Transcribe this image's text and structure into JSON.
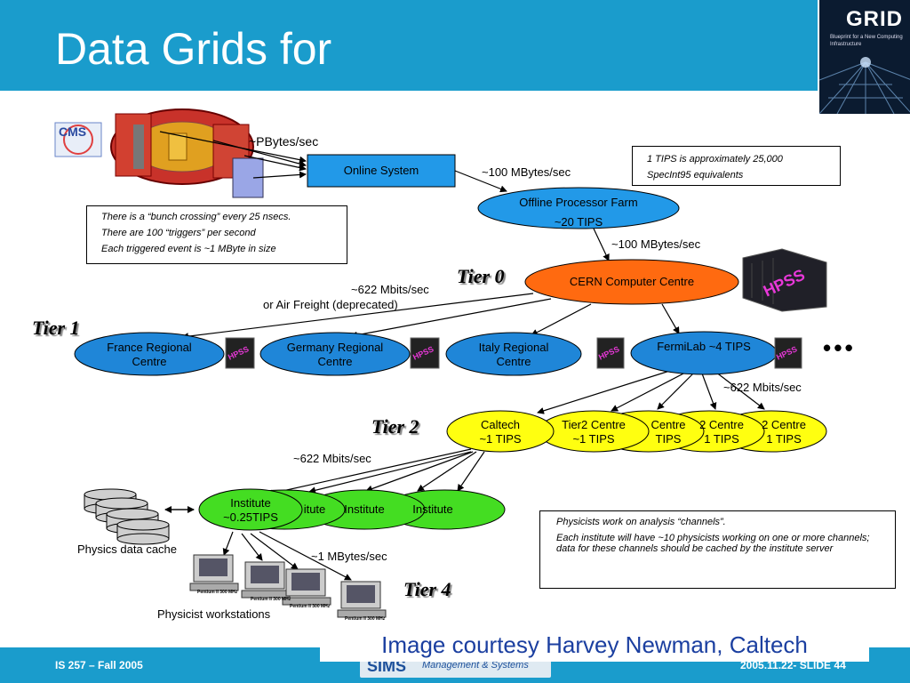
{
  "slide": {
    "title": "Data Grids for",
    "book_title": "GRID",
    "book_subtitle": "Blueprint for a New Computing Infrastructure",
    "courtesy": "Image courtesy Harvey Newman, Caltech",
    "footer_left": "IS 257 – Fall 2005",
    "footer_right": "2005.11.22- SLIDE 44",
    "logo_main": "SIMS",
    "logo_sub": "Management & Systems",
    "cms_logo": "CMS",
    "hpss_label": "HPSS"
  },
  "notes": {
    "tips": [
      "1 TIPS is approximately 25,000",
      "SpecInt95 equivalents"
    ],
    "bunch": [
      "There is a “bunch crossing” every 25 nsecs.",
      "There are 100 “triggers” per second",
      "Each triggered event is ~1 MByte in size"
    ],
    "physicists": [
      "Physicists work on analysis “channels”.",
      "Each institute will have ~10 physicists working on one or more channels; data for these channels should be cached by the institute server"
    ]
  },
  "labels": {
    "pbytes": "~PBytes/sec",
    "rate_100_a": "~100 MBytes/sec",
    "rate_100_b": "~100 MBytes/sec",
    "rate_622_a": "~622 Mbits/sec",
    "air_freight": "or Air Freight (deprecated)",
    "rate_622_b": "~622 Mbits/sec",
    "rate_622_c": "~622 Mbits/sec",
    "rate_1mb": "~1 MBytes/sec",
    "physics_cache": "Physics data cache",
    "workstations": "Physicist workstations",
    "ellipsis": "• • •",
    "pentium": "Pentium II 300 MHz"
  },
  "tiers": {
    "t0": "Tier 0",
    "t1": "Tier 1",
    "t2": "Tier 2",
    "t4": "Tier 4"
  },
  "nodes": {
    "online_system": "Online System",
    "offline_farm": [
      "Offline Processor Farm",
      "~20 TIPS"
    ],
    "cern": "CERN Computer Centre",
    "france": [
      "France Regional",
      "Centre"
    ],
    "germany": [
      "Germany Regional",
      "Centre"
    ],
    "italy": [
      "Italy Regional",
      "Centre"
    ],
    "fermilab": "FermiLab ~4 TIPS",
    "caltech": [
      "Caltech",
      "~1 TIPS"
    ],
    "tier2": [
      "Tier2 Centre",
      "~1 TIPS"
    ],
    "tier2_c": [
      "Centre",
      "TIPS"
    ],
    "tier2_d": [
      "2 Centre",
      "1 TIPS"
    ],
    "tier2_e": [
      "2 Centre",
      "1 TIPS"
    ],
    "institute_main": [
      "Institute",
      "~0.25TIPS"
    ],
    "institute_b": "itute",
    "institute_c": "Institute",
    "institute_d": "Institute"
  },
  "colors": {
    "header": "#1a9ccc",
    "blue_node": "#1f86d8",
    "orange_node": "#ff6a10",
    "yellow_node": "#ffff10",
    "green_node": "#44dd22",
    "online_box": "#2299e8"
  }
}
